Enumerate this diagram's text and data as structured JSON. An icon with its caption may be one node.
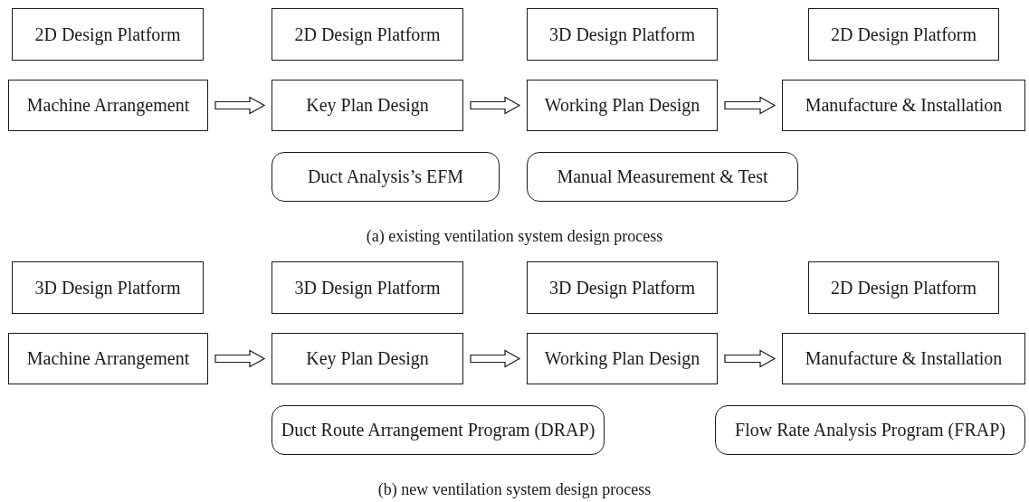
{
  "diagram": {
    "nodes": [
      {
        "text": [
          "2D Design Platform"
        ]
      },
      {
        "text": [
          "2D Design Platform"
        ]
      },
      {
        "text": [
          "3D Design Platform"
        ]
      },
      {
        "text": [
          "2D Design Platform"
        ]
      },
      {
        "text": [
          "Machine Arrangement"
        ]
      },
      {
        "text": [
          "Key Plan Design"
        ]
      },
      {
        "text": [
          "Working Plan Design"
        ]
      },
      {
        "text": [
          "Manufacture & Installation"
        ]
      },
      {
        "text": [
          "Duct Analysis’s EFM"
        ]
      },
      {
        "text": [
          "Manual Measurement & Test"
        ]
      },
      {
        "text": [
          "3D Design Platform"
        ]
      },
      {
        "text": [
          "3D Design Platform"
        ]
      },
      {
        "text": [
          "3D Design Platform"
        ]
      },
      {
        "text": [
          "2D Design Platform"
        ]
      },
      {
        "text": [
          "Machine Arrangement"
        ]
      },
      {
        "text": [
          "Key Plan Design"
        ]
      },
      {
        "text": [
          "Working Plan Design"
        ]
      },
      {
        "text": [
          "Manufacture & Installation"
        ]
      },
      {
        "text": [
          "Duct Route Arrangement Program (DRAP)"
        ]
      },
      {
        "text": [
          "Flow Rate Analysis Program (FRAP)"
        ]
      }
    ],
    "edges": [
      {
        "from": 4,
        "to": 5,
        "arrow": "to"
      },
      {
        "from": 5,
        "to": 6,
        "arrow": "to"
      },
      {
        "from": 6,
        "to": 7,
        "arrow": "to"
      },
      {
        "from": 14,
        "to": 15,
        "arrow": "to"
      },
      {
        "from": 15,
        "to": 16,
        "arrow": "to"
      },
      {
        "from": 16,
        "to": 17,
        "arrow": "to"
      }
    ],
    "labels": [
      "(a) existing ventilation system design process",
      "(b) new ventilation system design process"
    ]
  }
}
